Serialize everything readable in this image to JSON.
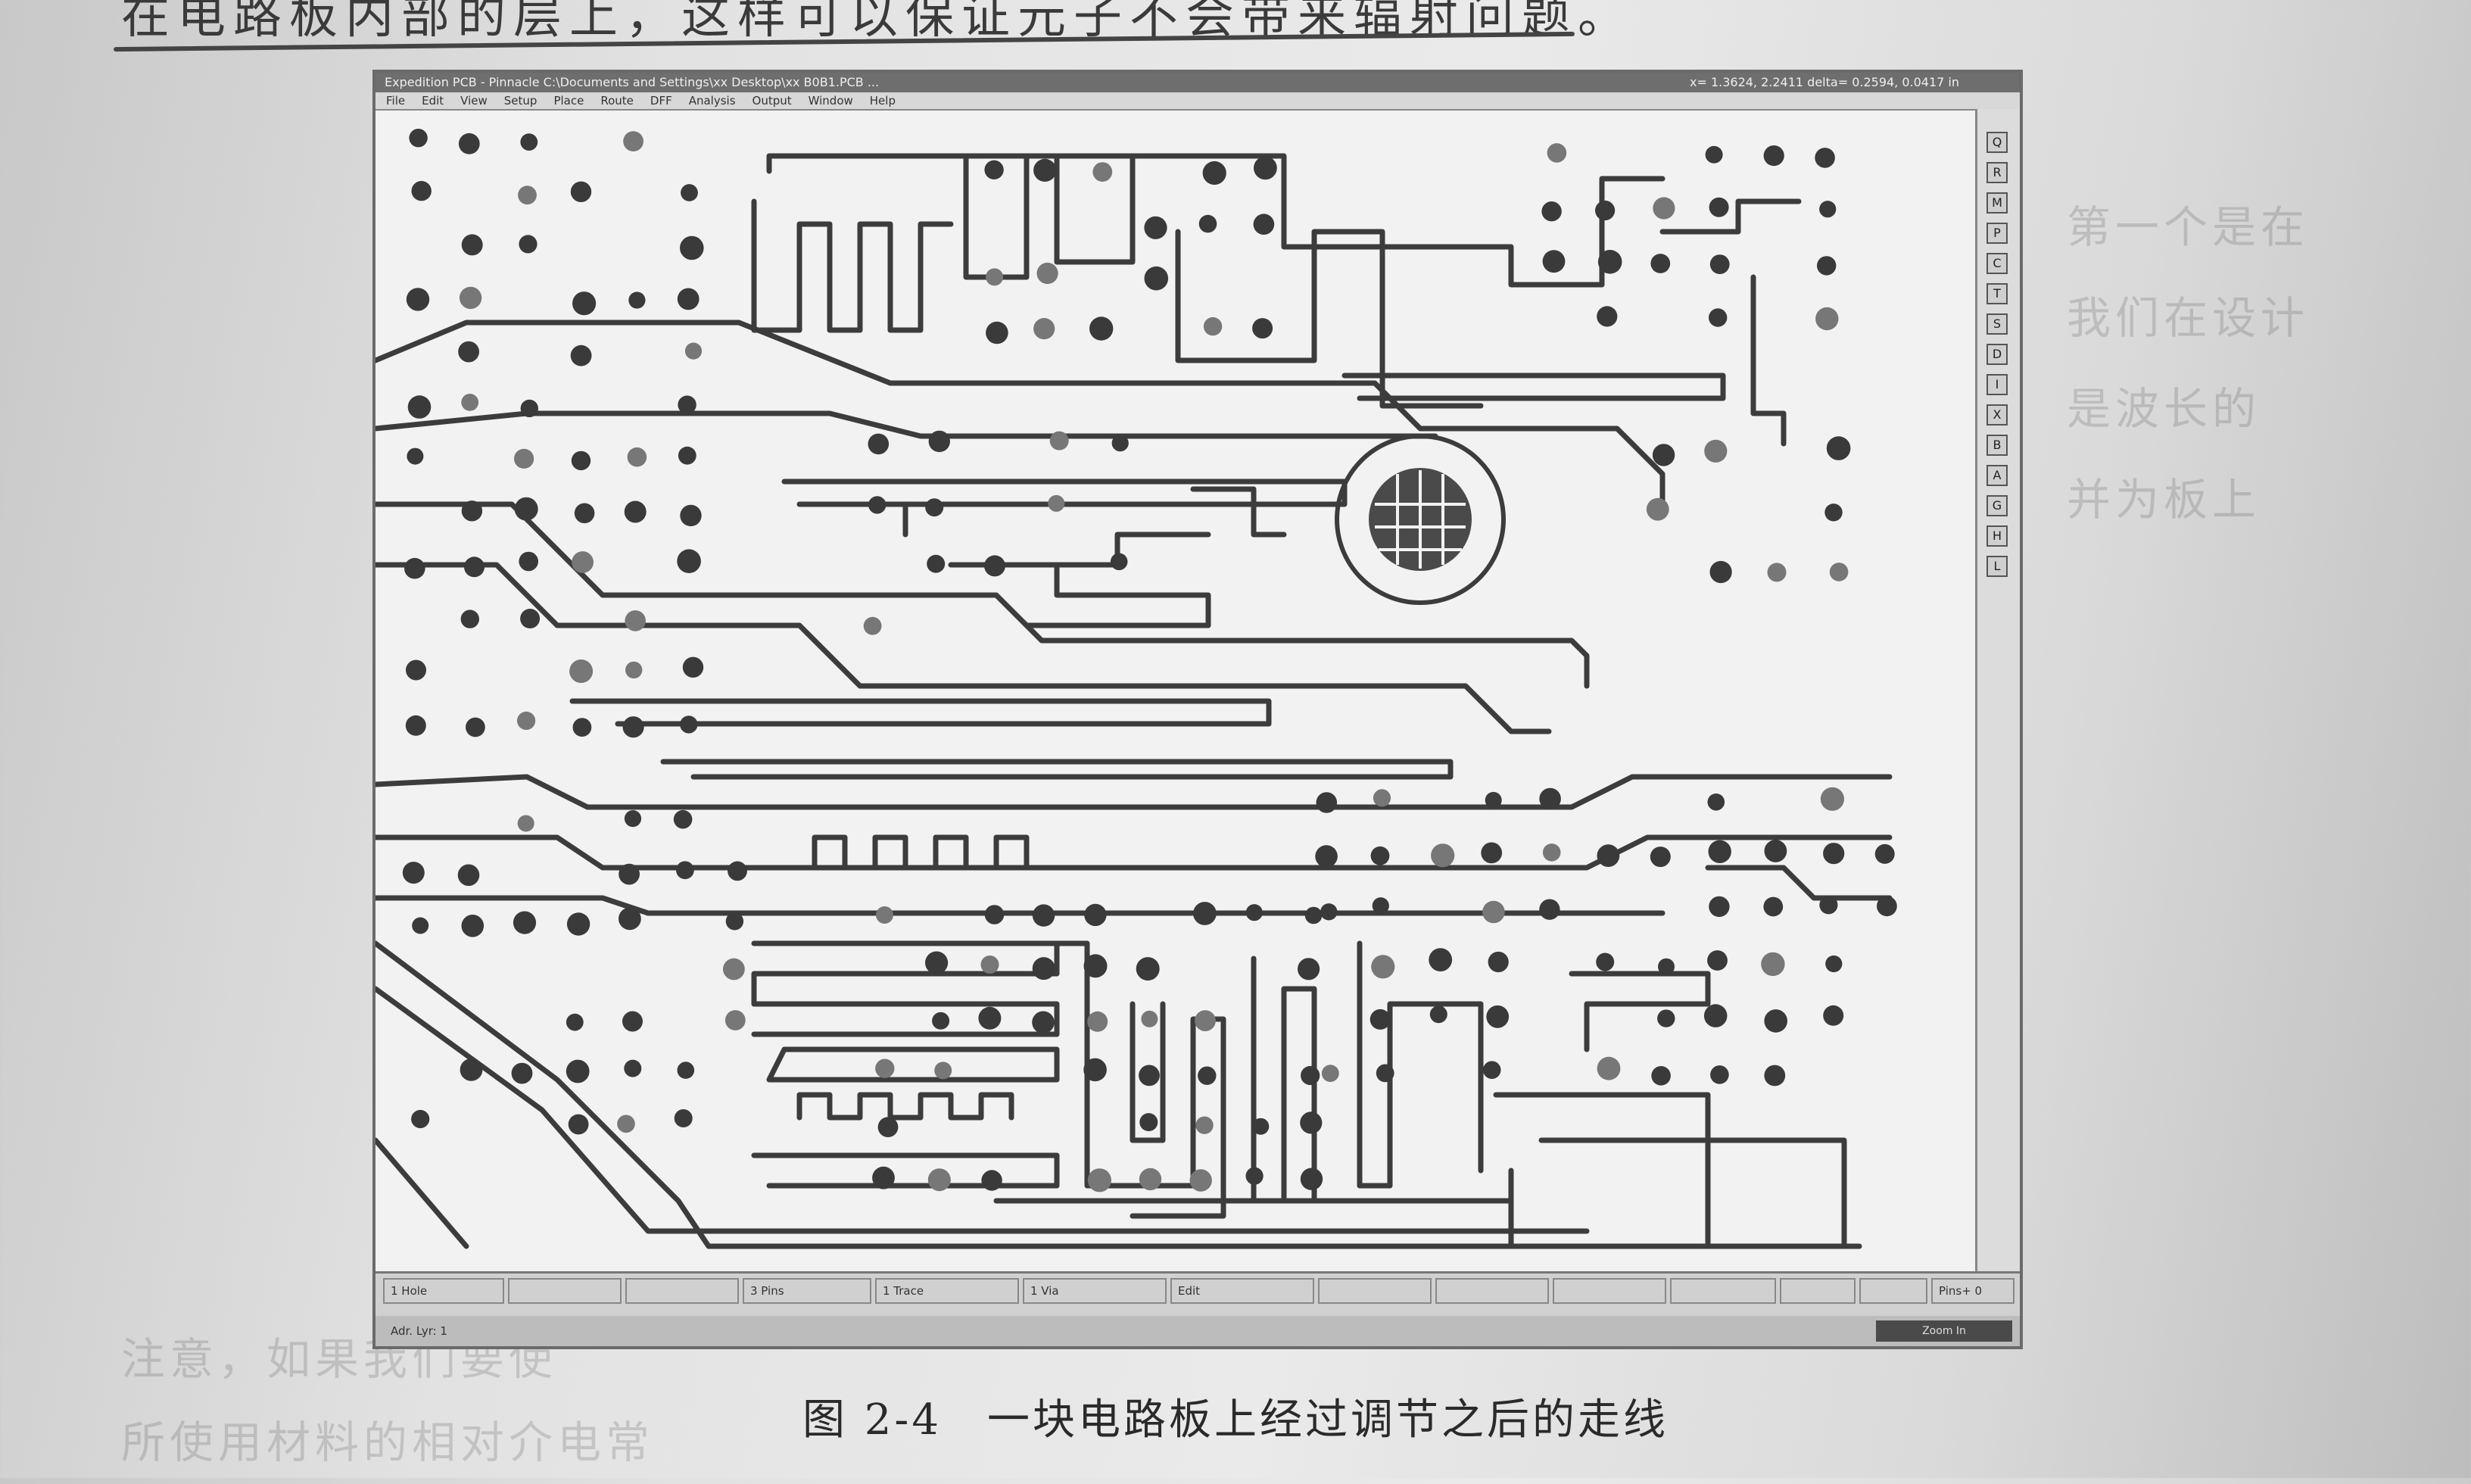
{
  "page": {
    "top_text": "在电路板内部的层上，这样可以保证元子不会带来辐射问题。",
    "caption_number": "图 2-4",
    "caption_text": "一块电路板上经过调节之后的走线",
    "bleed_right": [
      "第一个是在",
      "我们在设计",
      "是波长的",
      "并为板上"
    ],
    "bleed_bottom": [
      "注意，如果我们要使",
      "所使用材料的相对介电常"
    ]
  },
  "app": {
    "title": "Expedition PCB - Pinnacle C:\\Documents and Settings\\xx Desktop\\xx B0B1.PCB ...",
    "coords": "x= 1.3624, 2.2411  delta= 0.2594, 0.0417 in",
    "menus": [
      "File",
      "Edit",
      "View",
      "Setup",
      "Place",
      "Route",
      "DFF",
      "Analysis",
      "Output",
      "Window",
      "Help"
    ],
    "toolbar": [
      "Q",
      "R",
      "M",
      "P",
      "C",
      "T",
      "S",
      "D",
      "I",
      "X",
      "B",
      "A",
      "G",
      "H",
      "L"
    ],
    "status": [
      "1 Hole",
      "",
      "",
      "3 Pins",
      "1 Trace",
      "1 Via",
      "Edit",
      "",
      "",
      "",
      "",
      "",
      "",
      "Pins+ 0"
    ],
    "status_bottom": "Adr.  Lyr: 1",
    "zoom": "Zoom In"
  },
  "colors": {
    "trace": "#3c3c3c",
    "pad": "#3a3a3a",
    "board": "#f2f2f2",
    "ink": "#2a2a2a"
  }
}
